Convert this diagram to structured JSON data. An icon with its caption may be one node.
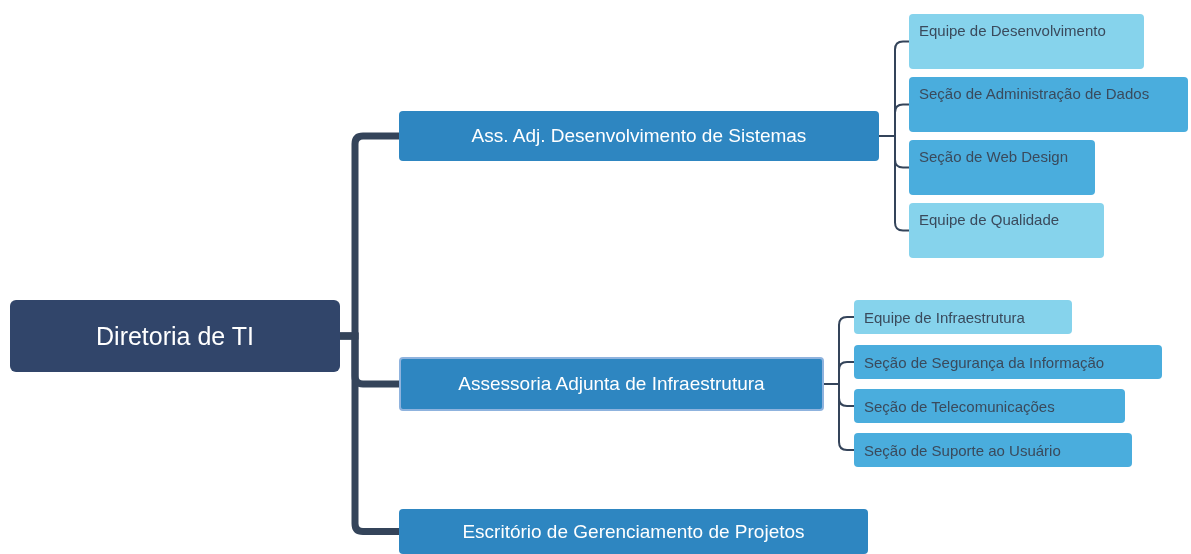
{
  "diagram": {
    "nodes": [
      {
        "text": [
          "Diretoria de TI"
        ]
      },
      {
        "text": [
          "Ass. Adj. Desenvolvimento de Sistemas"
        ]
      },
      {
        "text": [
          "Equipe de Desenvolvimento"
        ]
      },
      {
        "text": [
          "Seção de Administração de Dados"
        ]
      },
      {
        "text": [
          "Seção de Web Design"
        ]
      },
      {
        "text": [
          "Equipe de Qualidade"
        ]
      },
      {
        "text": [
          "Assessoria Adjunta de Infraestrutura"
        ]
      },
      {
        "text": [
          "Equipe de Infraestrutura"
        ]
      },
      {
        "text": [
          "Seção de Segurança da Informação"
        ]
      },
      {
        "text": [
          "Seção de Telecomunicações"
        ]
      },
      {
        "text": [
          "Seção de Suporte ao Usuário"
        ]
      },
      {
        "text": [
          "Escritório de Gerenciamento de Projetos"
        ]
      }
    ],
    "edges": [
      {
        "from": 0,
        "to": 1,
        "arrow": "none",
        "style": "thick"
      },
      {
        "from": 0,
        "to": 6,
        "arrow": "none",
        "style": "thick"
      },
      {
        "from": 0,
        "to": 11,
        "arrow": "none",
        "style": "thick"
      },
      {
        "from": 1,
        "to": 2,
        "arrow": "none"
      },
      {
        "from": 1,
        "to": 3,
        "arrow": "none"
      },
      {
        "from": 1,
        "to": 4,
        "arrow": "none"
      },
      {
        "from": 1,
        "to": 5,
        "arrow": "none"
      },
      {
        "from": 6,
        "to": 7,
        "arrow": "none"
      },
      {
        "from": 6,
        "to": 8,
        "arrow": "none"
      },
      {
        "from": 6,
        "to": 9,
        "arrow": "none"
      },
      {
        "from": 6,
        "to": 10,
        "arrow": "none"
      }
    ]
  }
}
